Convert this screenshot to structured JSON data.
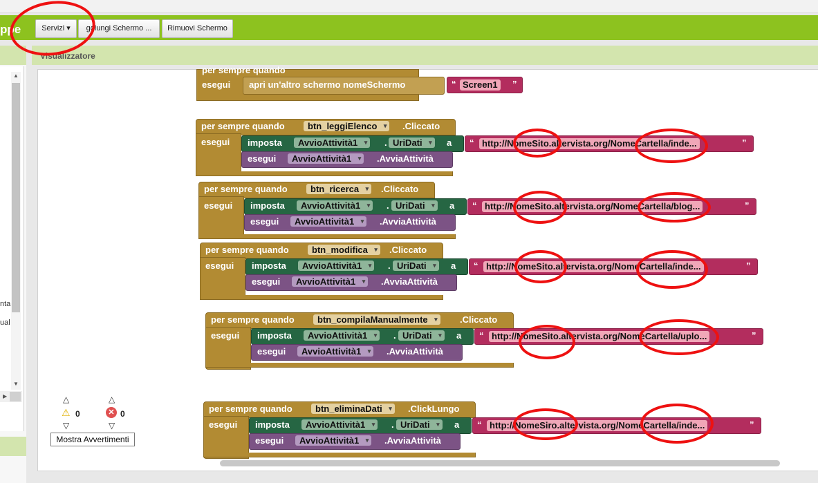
{
  "header": {
    "app_title_fragment": "ppe",
    "buttons": [
      "Servizi ▾",
      "ggiungi Schermo ...",
      "Rimuovi Schermo"
    ]
  },
  "left_panel": {
    "labels": [
      "nta",
      "ual"
    ]
  },
  "viewer": {
    "title": "Visualizzatore"
  },
  "blocks": {
    "top_block": {
      "partial_header": "per sempre quando",
      "exec": "esegui",
      "statement": "apri un'altro schermo  nomeSchermo",
      "value": "Screen1"
    },
    "events": [
      {
        "when": "per sempre quando",
        "component": "btn_leggiElenco",
        "event": ".Cliccato",
        "exec": "esegui",
        "set": "imposta",
        "set_component": "AvvioAttività1",
        "dot": ".",
        "property": "UriDati",
        "to": "a",
        "url": "http://NomeSito.altervista.org/NomeCartella/inde...",
        "call_exec": "esegui",
        "call_component": "AvvioAttività1",
        "method": ".AvviaAttività"
      },
      {
        "when": "per sempre quando",
        "component": "btn_ricerca",
        "event": ".Cliccato",
        "exec": "esegui",
        "set": "imposta",
        "set_component": "AvvioAttività1",
        "dot": ".",
        "property": "UriDati",
        "to": "a",
        "url": "http://NomeSito.altervista.org/NomeCartella/blog...",
        "call_exec": "esegui",
        "call_component": "AvvioAttività1",
        "method": ".AvviaAttività"
      },
      {
        "when": "per sempre quando",
        "component": "btn_modifica",
        "event": ".Cliccato",
        "exec": "esegui",
        "set": "imposta",
        "set_component": "AvvioAttività1",
        "dot": ".",
        "property": "UriDati",
        "to": "a",
        "url": "http://NomeSito.altervista.org/NomeCartella/inde...",
        "call_exec": "esegui",
        "call_component": "AvvioAttività1",
        "method": ".AvviaAttività"
      },
      {
        "when": "per sempre quando",
        "component": "btn_compilaManualmente",
        "event": ".Cliccato",
        "exec": "esegui",
        "set": "imposta",
        "set_component": "AvvioAttività1",
        "dot": ".",
        "property": "UriDati",
        "to": "a",
        "url": "http://NomeSito.altervista.org/NomeCartella/uplo...",
        "call_exec": "esegui",
        "call_component": "AvvioAttività1",
        "method": ".AvviaAttività"
      },
      {
        "when": "per sempre quando",
        "component": "btn_eliminaDati",
        "event": ".ClickLungo",
        "exec": "esegui",
        "set": "imposta",
        "set_component": "AvvioAttività1",
        "dot": ".",
        "property": "UriDati",
        "to": "a",
        "url": "http://NomeSiro.altervista.org/NomeCartella/inde...",
        "call_exec": "esegui",
        "call_component": "AvvioAttività1",
        "method": ".AvviaAttività"
      }
    ]
  },
  "warnings": {
    "warning_count": "0",
    "error_count": "0",
    "show_warnings_label": "Mostra Avvertimenti"
  },
  "colors": {
    "accent_green": "#8dc21f",
    "event_block": "#b28b33",
    "setter_block": "#266643",
    "call_block": "#7c5385",
    "text_block": "#b32d5e",
    "annotation_red": "#ee1111"
  }
}
